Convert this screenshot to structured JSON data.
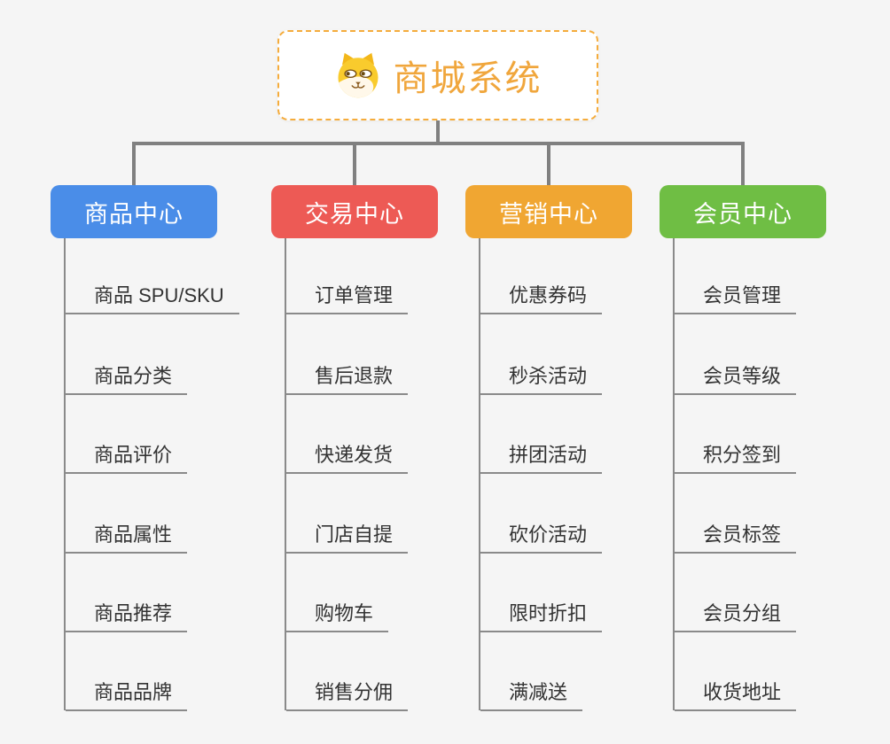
{
  "diagram": {
    "root": {
      "title": "商城系统",
      "icon": "dog-logo-icon"
    },
    "branches": [
      {
        "label": "商品中心",
        "color": "#4A8DE8",
        "items": [
          "商品 SPU/SKU",
          "商品分类",
          "商品评价",
          "商品属性",
          "商品推荐",
          "商品品牌"
        ]
      },
      {
        "label": "交易中心",
        "color": "#ED5A55",
        "items": [
          "订单管理",
          "售后退款",
          "快递发货",
          "门店自提",
          "购物车",
          "销售分佣"
        ]
      },
      {
        "label": "营销中心",
        "color": "#F0A632",
        "items": [
          "优惠券码",
          "秒杀活动",
          "拼团活动",
          "砍价活动",
          "限时折扣",
          "满减送"
        ]
      },
      {
        "label": "会员中心",
        "color": "#6FBE44",
        "items": [
          "会员管理",
          "会员等级",
          "积分签到",
          "会员标签",
          "会员分组",
          "收货地址"
        ]
      }
    ],
    "colors": {
      "background": "#F5F5F5",
      "connector": "#808080",
      "item_line": "#8A8A8A",
      "item_text": "#333333",
      "root_text": "#F0A63C",
      "root_border": "#F5AC3C"
    }
  }
}
